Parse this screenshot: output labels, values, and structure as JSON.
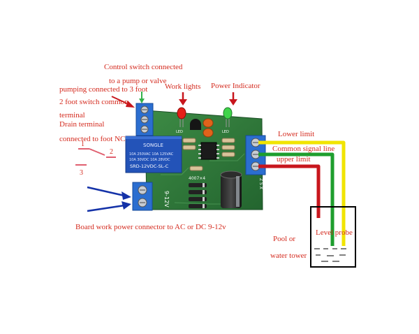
{
  "labels": {
    "control_line1": "Control switch connected",
    "control_line2": "to a pump or valve",
    "pumping": "pumping connected to 3 foot",
    "common_foot": "2 foot switch common",
    "terminal": "terminal",
    "drain": "Drain terminal",
    "connected_foot": "connected to  foot  NC",
    "work_lights": "Work lights",
    "power_indicator": "Power Indicator",
    "lower_limit": "Lower limit",
    "common_signal": "Common signal line",
    "upper_limit": "upper limit",
    "board_power": "Board work  power connector to AC or DC 9-12v",
    "pool_line1": "Pool or",
    "pool_line2": "water tower",
    "level_probe": "Level probe"
  },
  "switch": {
    "pin1": "1",
    "pin2": "2",
    "pin3": "3"
  },
  "pcb": {
    "relay_brand": "SONGLE",
    "relay_spec1": "10A 250VAC  10A 125VAC",
    "relay_spec2": "10A 30VDC   10A 28VDC",
    "relay_model": "SRD-12VDC-SL-C",
    "voltage": "9-12V",
    "diodes": "4007×4",
    "led1": "LED",
    "led2": "LED",
    "probe_marks": "Z S X"
  },
  "colors": {
    "background": "#ffffff",
    "pcb": "#2e7a3a",
    "terminal_blue": "#1f5fbf",
    "label_red": "#d42a1e",
    "wire_red": "#c8161d",
    "wire_green": "#1e9e2e",
    "wire_yellow": "#f1e400",
    "arrow_blue": "#1432a8",
    "arrow_green": "#33b24a"
  }
}
